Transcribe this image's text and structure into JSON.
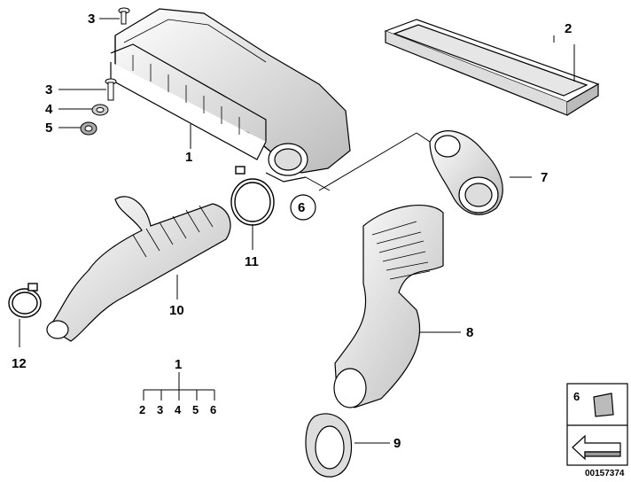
{
  "callouts": {
    "c1": "1",
    "c2": "2",
    "c3a": "3",
    "c3b": "3",
    "c4": "4",
    "c5": "5",
    "c6": "6",
    "c7": "7",
    "c8": "8",
    "c9": "9",
    "c10": "10",
    "c11": "11",
    "c12": "12"
  },
  "tree": {
    "root": "1",
    "children": [
      "2",
      "3",
      "4",
      "5",
      "6"
    ]
  },
  "inset": {
    "label": "6",
    "ref": "00157374"
  },
  "colors": {
    "line": "#000000",
    "fill": "#ffffff",
    "shade": "#c8c8c8"
  }
}
